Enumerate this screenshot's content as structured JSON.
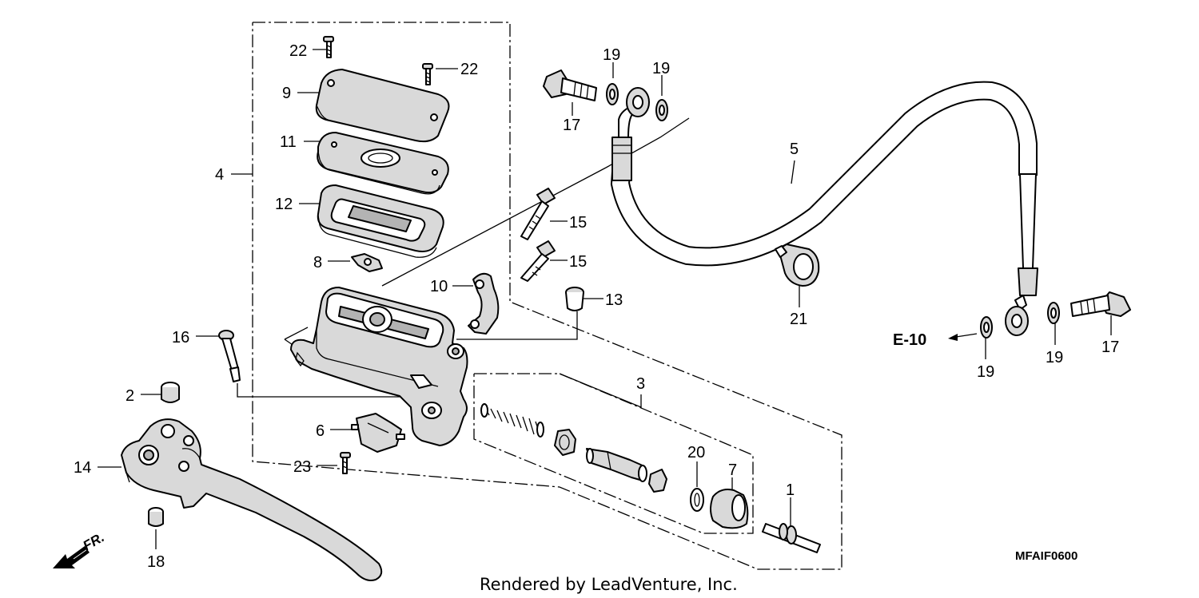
{
  "callouts": {
    "c1": "1",
    "c2": "2",
    "c3": "3",
    "c4": "4",
    "c5": "5",
    "c6": "6",
    "c7": "7",
    "c8": "8",
    "c9": "9",
    "c10": "10",
    "c11": "11",
    "c12": "12",
    "c13": "13",
    "c14": "14",
    "c15a": "15",
    "c15b": "15",
    "c16": "16",
    "c17a": "17",
    "c17b": "17",
    "c18": "18",
    "c19a": "19",
    "c19b": "19",
    "c19c": "19",
    "c19d": "19",
    "c20": "20",
    "c21": "21",
    "c22a": "22",
    "c22b": "22",
    "c23": "23"
  },
  "reference_label": "E-10",
  "direction_label": "FR.",
  "diagram_code": "MFAIF0600",
  "credit": "Rendered by LeadVenture, Inc."
}
